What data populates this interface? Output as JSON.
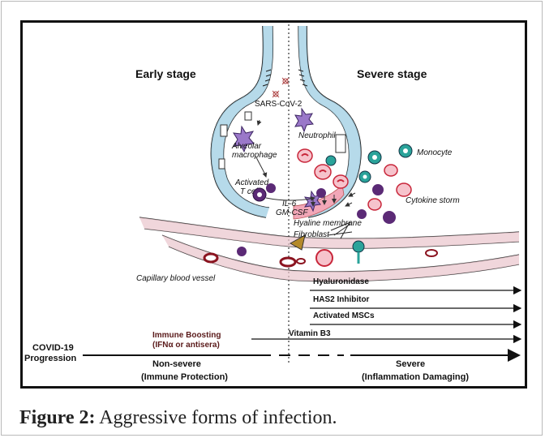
{
  "diagram": {
    "early_stage_label": "Early stage",
    "severe_stage_label": "Severe stage",
    "labels": {
      "sars": "SARS-CoV-2",
      "alveolar": "Alveolar",
      "macrophage": "macrophage",
      "activated": "Activated",
      "tcell": "T cell",
      "neutrophil": "Neutrophil",
      "monocyte": "Monocyte",
      "il6": "IL-6",
      "gmcsf": "GM-CSF",
      "cytokine": "Cytokine storm",
      "hyaline": "Hyaline membrane",
      "fibroblast": "Fibroblast",
      "capillary": "Capillary blood vessel"
    },
    "therapies": {
      "hyaluronidase": "Hyaluronidase",
      "has2": "HAS2 Inhibitor",
      "mscs": "Activated MSCs",
      "vitaminb3": "Vitamin B3",
      "immune_boosting": "Immune Boosting",
      "immune_boosting_sub": "(IFNα or antisera)"
    },
    "progression": {
      "title1": "COVID-19",
      "title2": "Progression",
      "nonsevere": "Non-severe",
      "nonsevere_sub": "(Immune Protection)",
      "severe": "Severe",
      "severe_sub": "(Inflammation Damaging)"
    }
  },
  "caption": {
    "label": "Figure 2:",
    "text": " Aggressive forms of infection."
  },
  "colors": {
    "alveolus_wall": "#a9d3e6",
    "vessel_wall": "#e9c4cc",
    "purple_cell": "#5b2a76",
    "teal_cell": "#2aa39a",
    "red_cell": "#c8263a",
    "hyaline": "#f2a7b8",
    "fibroblast": "#b48a2a"
  }
}
